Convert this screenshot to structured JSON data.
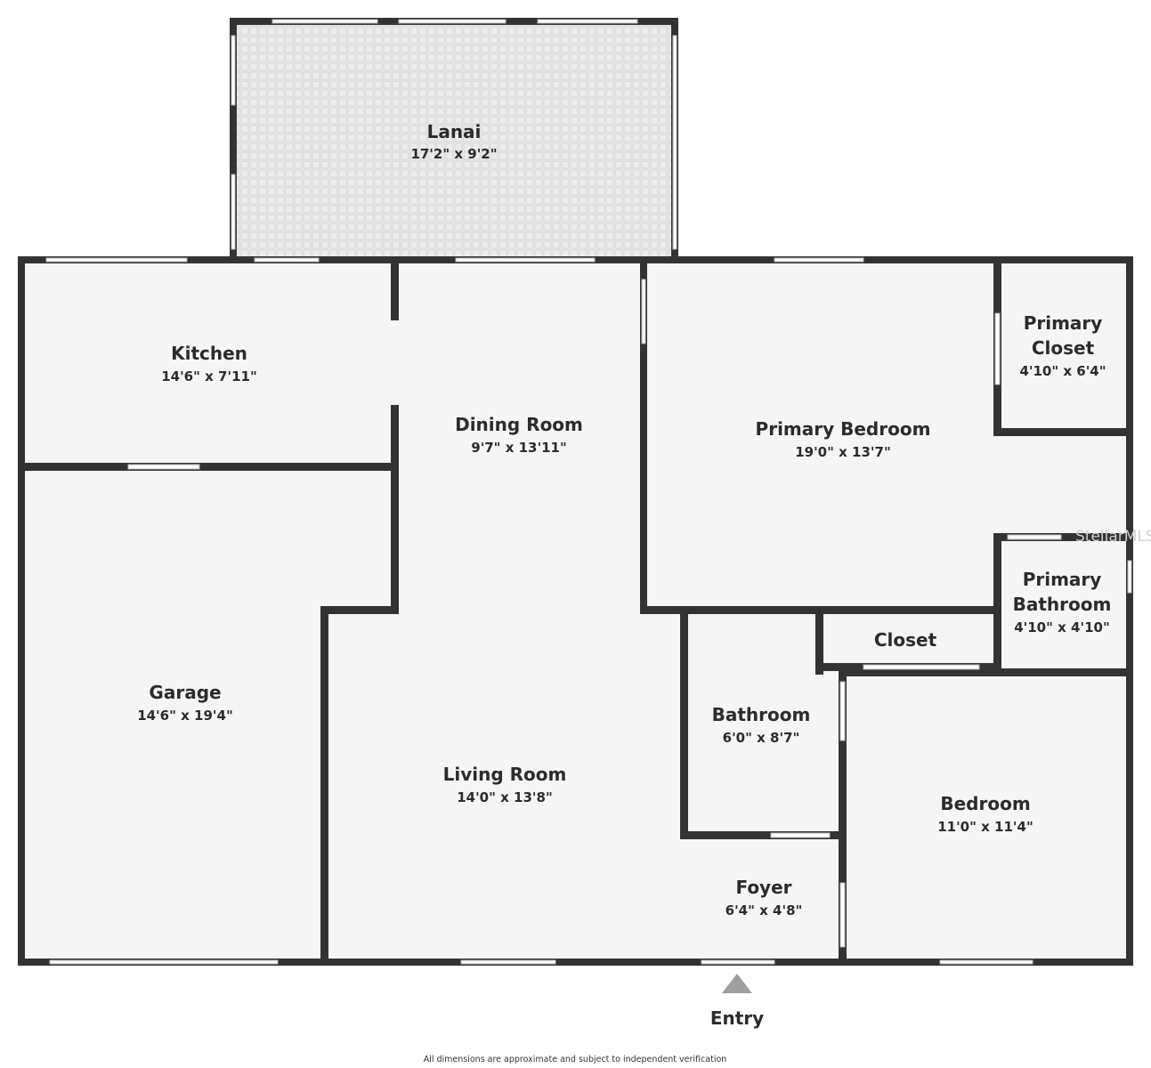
{
  "rooms": {
    "lanai": {
      "name": "Lanai",
      "dims": "17'2\" x 9'2\""
    },
    "kitchen": {
      "name": "Kitchen",
      "dims": "14'6\" x 7'11\""
    },
    "dining": {
      "name": "Dining Room",
      "dims": "9'7\" x 13'11\""
    },
    "primary_bedroom": {
      "name": "Primary Bedroom",
      "dims": "19'0\" x 13'7\""
    },
    "primary_closet": {
      "name_line1": "Primary",
      "name_line2": "Closet",
      "dims": "4'10\" x 6'4\""
    },
    "garage": {
      "name": "Garage",
      "dims": "14'6\" x 19'4\""
    },
    "living": {
      "name": "Living Room",
      "dims": "14'0\" x 13'8\""
    },
    "primary_bathroom": {
      "name_line1": "Primary",
      "name_line2": "Bathroom",
      "dims": "4'10\" x 4'10\""
    },
    "closet": {
      "name": "Closet"
    },
    "bathroom": {
      "name": "Bathroom",
      "dims": "6'0\" x 8'7\""
    },
    "bedroom": {
      "name": "Bedroom",
      "dims": "11'0\" x 11'4\""
    },
    "foyer": {
      "name": "Foyer",
      "dims": "6'4\" x 4'8\""
    }
  },
  "entry": {
    "label": "Entry"
  },
  "footer": {
    "disclaimer": "All dimensions are approximate and subject to independent verification"
  },
  "watermark": {
    "text": "StellarMLS"
  },
  "colors": {
    "wall": "#333333",
    "floor": "#f5f5f5",
    "lanai_floor": "#ededed",
    "window": "#ffffff",
    "entry_marker": "#9e9e9e"
  }
}
